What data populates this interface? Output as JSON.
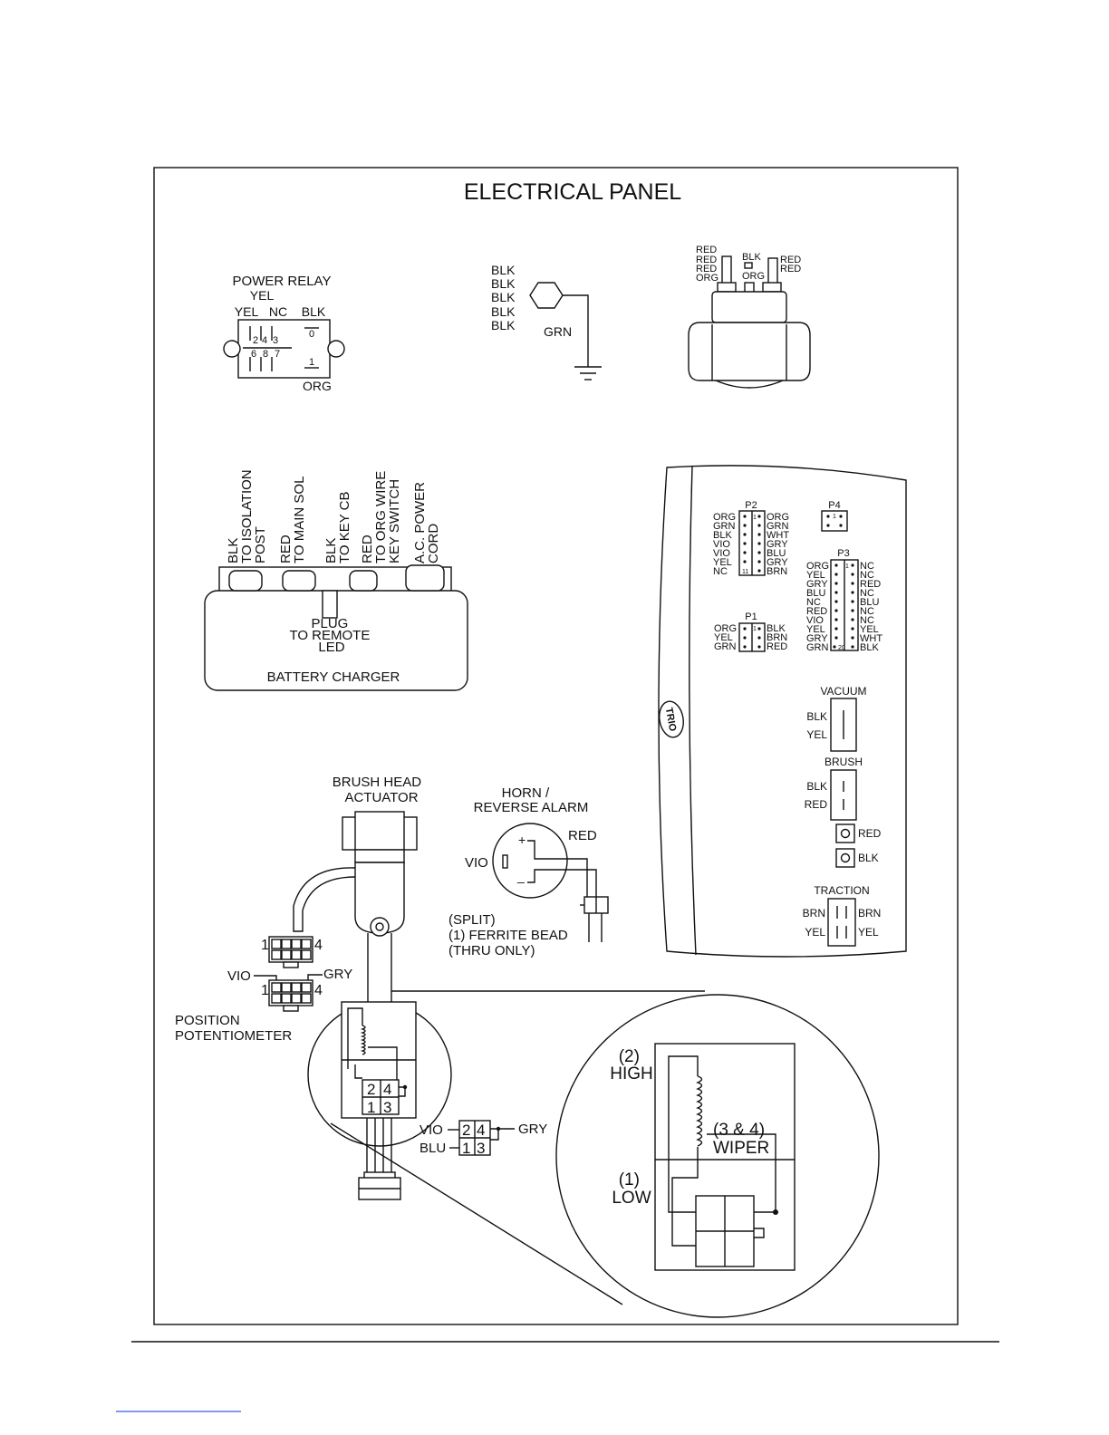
{
  "panel": {
    "title": "ELECTRICAL PANEL"
  },
  "power_relay": {
    "title": "POWER RELAY",
    "label_yel_top": "YEL",
    "label_yel": "YEL",
    "label_nc": "NC",
    "label_blk": "BLK",
    "label_org": "ORG",
    "pins_top": [
      "2",
      "4",
      "3"
    ],
    "pins_bottom": [
      "6",
      "8",
      "7"
    ],
    "pin_0": "0",
    "pin_1": "1"
  },
  "ground": {
    "wires": [
      "BLK",
      "BLK",
      "BLK",
      "BLK",
      "BLK"
    ],
    "grn": "GRN"
  },
  "solenoid": {
    "left": [
      "RED",
      "RED",
      "RED",
      "ORG"
    ],
    "center_top": "BLK",
    "center_bottom": "ORG",
    "right": [
      "RED",
      "RED"
    ]
  },
  "charger": {
    "title": "BATTERY CHARGER",
    "plug_lines": [
      "PLUG",
      "TO REMOTE",
      "LED"
    ],
    "labels": [
      [
        "BLK",
        "TO ISOLATION",
        "POST"
      ],
      [
        "RED",
        "TO MAIN SOL"
      ],
      [
        "BLK",
        "TO KEY CB"
      ],
      [
        "RED",
        "TO ORG WIRE",
        "KEY SWITCH"
      ],
      [
        "A.C. POWER",
        "CORD"
      ]
    ]
  },
  "controller": {
    "logo": "TRIO",
    "p2": {
      "label": "P2",
      "left": [
        "ORG",
        "GRN",
        "BLK",
        "VIO",
        "VIO",
        "YEL",
        "NC"
      ],
      "right": [
        "ORG",
        "GRN",
        "WHT",
        "GRY",
        "BLU",
        "GRY",
        "BRN"
      ],
      "pin_first": "1",
      "pin_last": "11"
    },
    "p4": {
      "label": "P4",
      "pin_first": "1"
    },
    "p3": {
      "label": "P3",
      "left": [
        "ORG",
        "YEL",
        "GRY",
        "BLU",
        "NC",
        "RED",
        "VIO",
        "YEL",
        "GRY",
        "GRN"
      ],
      "right": [
        "NC",
        "NC",
        "RED",
        "NC",
        "BLU",
        "NC",
        "NC",
        "YEL",
        "WHT",
        "BLK"
      ],
      "pin_first": "1",
      "pin_last": "20"
    },
    "p1": {
      "label": "P1",
      "left": [
        "ORG",
        "YEL",
        "GRN"
      ],
      "right": [
        "BLK",
        "BRN",
        "RED"
      ],
      "pin_first": "1"
    },
    "vacuum": {
      "label": "VACUUM",
      "left": [
        "BLK",
        "YEL"
      ]
    },
    "brush": {
      "label": "BRUSH",
      "left": [
        "BLK",
        "RED"
      ]
    },
    "studs": [
      "RED",
      "BLK"
    ],
    "traction": {
      "label": "TRACTION",
      "left": [
        "BRN",
        "YEL"
      ],
      "right": [
        "BRN",
        "YEL"
      ]
    }
  },
  "actuator": {
    "title_lines": [
      "BRUSH HEAD",
      "ACTUATOR"
    ],
    "conn1_left": "1",
    "conn1_right": "4",
    "conn2_left": "1",
    "conn2_right": "4",
    "vio": "VIO",
    "gry": "GRY",
    "pot_lines": [
      "POSITION",
      "POTENTIOMETER"
    ],
    "pot_pins": [
      "2",
      "4",
      "1",
      "3"
    ],
    "ext_vio": "VIO",
    "ext_blu": "BLU",
    "ext_gry": "GRY",
    "ext_pins": [
      "2",
      "4",
      "1",
      "3"
    ]
  },
  "horn": {
    "title_lines": [
      "HORN /",
      "REVERSE ALARM"
    ],
    "red": "RED",
    "vio": "VIO",
    "plus": "+",
    "minus": "_",
    "note_lines": [
      "(SPLIT)",
      "(1) FERRITE BEAD",
      "(THRU ONLY)"
    ]
  },
  "detail": {
    "high_lines": [
      "(2)",
      "HIGH"
    ],
    "wiper_lines": [
      "(3 & 4)",
      "WIPER"
    ],
    "low_lines": [
      "(1)",
      "LOW"
    ]
  }
}
